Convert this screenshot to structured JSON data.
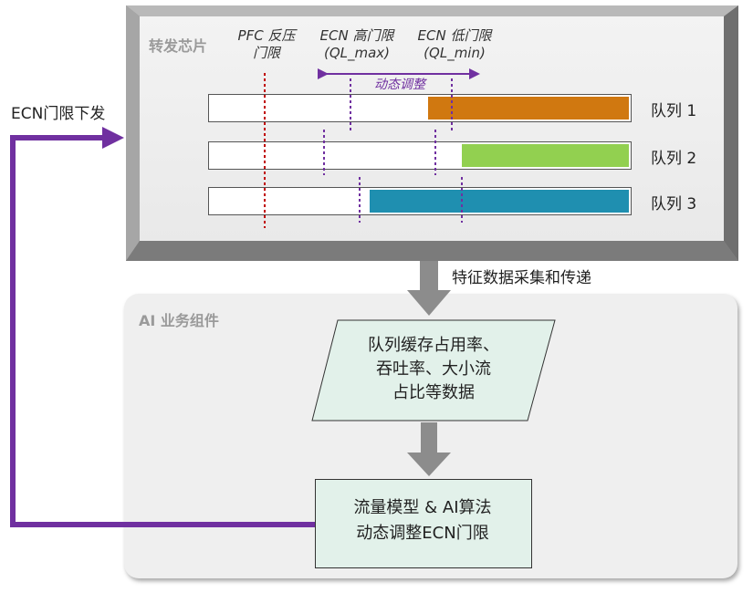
{
  "chip": {
    "title": "转发芯片",
    "pfc_threshold": "PFC 反压\n门限",
    "ecn_high": "ECN 高门限\n(QL_max)",
    "ecn_low": "ECN 低门限\n(QL_min)",
    "dynamic_label": "动态调整",
    "queues": [
      {
        "label": "队列 1",
        "color": "#d07810",
        "fill_start": 0.52
      },
      {
        "label": "队列 2",
        "color": "#92d050",
        "fill_start": 0.6
      },
      {
        "label": "队列 3",
        "color": "#1f8fb0",
        "fill_start": 0.38
      }
    ],
    "colors": {
      "pfc_line": "#c00000",
      "ecn_line": "#7030a0"
    }
  },
  "feedback_label": "ECN门限下发",
  "feature_label": "特征数据采集和传递",
  "ai": {
    "title": "AI 业务组件",
    "data_box": "队列缓存占用率、\n吞吐率、大小流\n占比等数据",
    "model_box": "流量模型 & AI算法\n动态调整ECN门限"
  },
  "colors": {
    "feedback_arrow": "#7030a0",
    "gray_arrow": "#8c8c8c",
    "model_fill": "#e2f1ea",
    "data_fill": "#e2f1ea"
  }
}
